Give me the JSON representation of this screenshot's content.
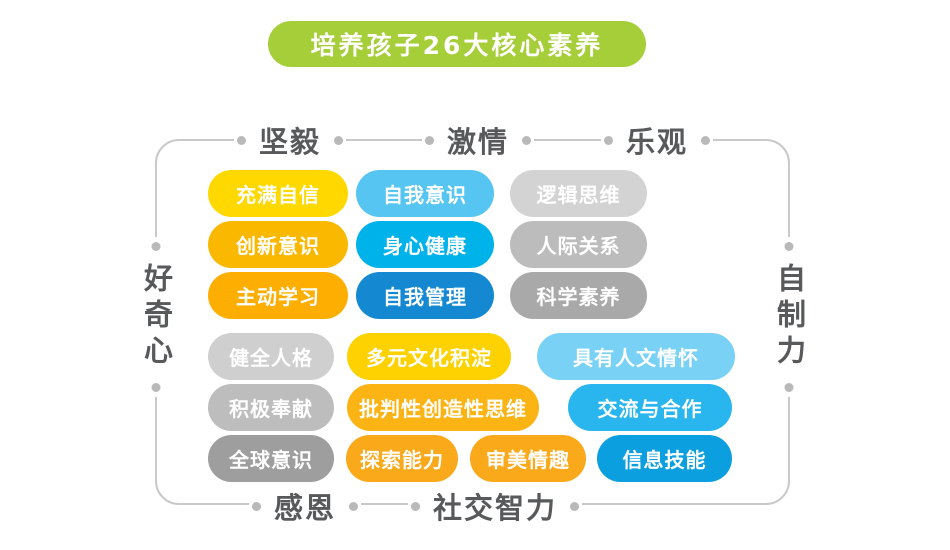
{
  "header": {
    "title": "培养孩子26大核心素养",
    "bg_color": "#a6ce38",
    "text_color": "#ffffff"
  },
  "frame": {
    "line_color": "#c9c9c9",
    "dot_color": "#b9b9b9",
    "label_color": "#58595b",
    "top_labels": [
      {
        "label": "坚毅"
      },
      {
        "label": "激情"
      },
      {
        "label": "乐观"
      }
    ],
    "left_label": {
      "label": "好奇心"
    },
    "right_label": {
      "label": "自制力"
    },
    "bottom_labels": [
      {
        "label": "感恩"
      },
      {
        "label": "社交智力"
      }
    ]
  },
  "grid": {
    "text_color": "#ffffff",
    "rows": [
      {
        "pills": [
          {
            "label": "充满自信",
            "color": "#ffd800"
          },
          {
            "label": "自我意识",
            "color": "#56c5f1"
          },
          {
            "label": "逻辑思维",
            "color": "#d3d3d3"
          }
        ]
      },
      {
        "pills": [
          {
            "label": "创新意识",
            "color": "#fbb800"
          },
          {
            "label": "身心健康",
            "color": "#00b2ea"
          },
          {
            "label": "人际关系",
            "color": "#bcbcbc"
          }
        ]
      },
      {
        "pills": [
          {
            "label": "主动学习",
            "color": "#feae00"
          },
          {
            "label": "自我管理",
            "color": "#1489d2"
          },
          {
            "label": "科学素养",
            "color": "#a9a9a9"
          }
        ]
      },
      {
        "pills": [
          {
            "label": "健全人格",
            "color": "#cfcfcf"
          },
          {
            "label": "多元文化积淀",
            "color": "#fed100"
          },
          {
            "label": "具有人文情怀",
            "color": "#79d1f5"
          }
        ]
      },
      {
        "pills": [
          {
            "label": "积极奉献",
            "color": "#bdbdbd"
          },
          {
            "label": "批判性创造性思维",
            "color": "#fcb414"
          },
          {
            "label": "交流与合作",
            "color": "#29b6ee"
          }
        ]
      },
      {
        "pills": [
          {
            "label": "全球意识",
            "color": "#9e9e9e"
          },
          {
            "label": "探索能力",
            "color": "#faa91b"
          },
          {
            "label": "审美情趣",
            "color": "#faa91b"
          },
          {
            "label": "信息技能",
            "color": "#0c9fe0"
          }
        ]
      }
    ]
  }
}
